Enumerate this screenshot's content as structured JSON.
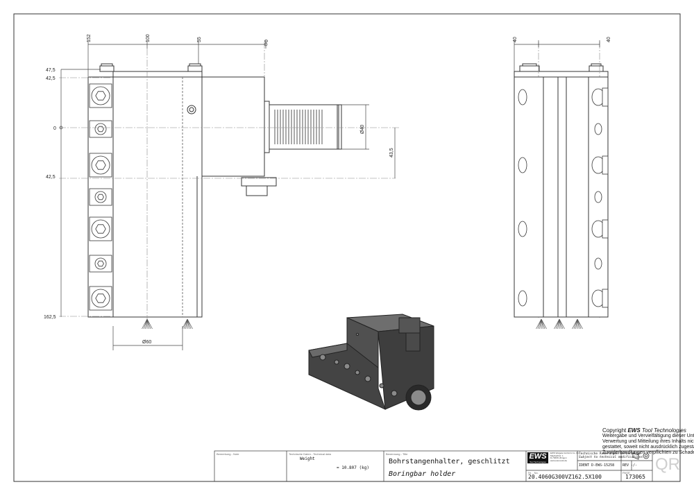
{
  "drawing": {
    "front_dims": {
      "top": [
        "152",
        "100",
        "55",
        "0"
      ],
      "left": [
        "47,5",
        "42,5",
        "0",
        "42,5",
        "162,5"
      ],
      "dia40": "Ø40",
      "d43": "43,5",
      "dia60": "Ø60"
    },
    "side_dims": {
      "top": [
        "40",
        "40"
      ]
    }
  },
  "copyright": {
    "line1_prefix": "Copyright ",
    "line1_brand": "EWS",
    "line1_suffix": " Tool Technologies",
    "lines": [
      "Weitergabe und Vervielfältigung dieser Unterlage,",
      "Verwertung und Mitteilung ihres Inhalts nicht",
      "gestattet, soweit nicht ausdrücklich zugestanden.",
      "Zuwiderhandlungen verpflichten zu Schadenersatz."
    ]
  },
  "title_block": {
    "remark_label": "Bemerkung - Note",
    "techdata_label": "Technische Daten - Technical data",
    "weight_label": "Weight",
    "weight_value": "= 10.807 (kg)",
    "title_label": "Benennung - Title",
    "title_de": "Bohrstangenhalter, geschlitzt",
    "title_en": "Boringbar holder",
    "company_logo": "EWS",
    "company_sub": "Tool Technologies",
    "company_lines": [
      "EWS Weigele GmbH & Co. KG",
      "Maybachstr. 1",
      "D-73066 Uhingen",
      "www.ews-tools.de"
    ],
    "tech_change_de": "Technische Änderungen vorbehalten",
    "tech_change_en": "Subject to technical modifications",
    "ident": "IDENT D-EWS-15258",
    "rev": "REV -/-",
    "nr_label": "Nr. - No.",
    "part_number": "20.4060G300VZ162.5X100",
    "page_label": "PAGE",
    "drawing_no": "173065",
    "qr": "QR"
  }
}
